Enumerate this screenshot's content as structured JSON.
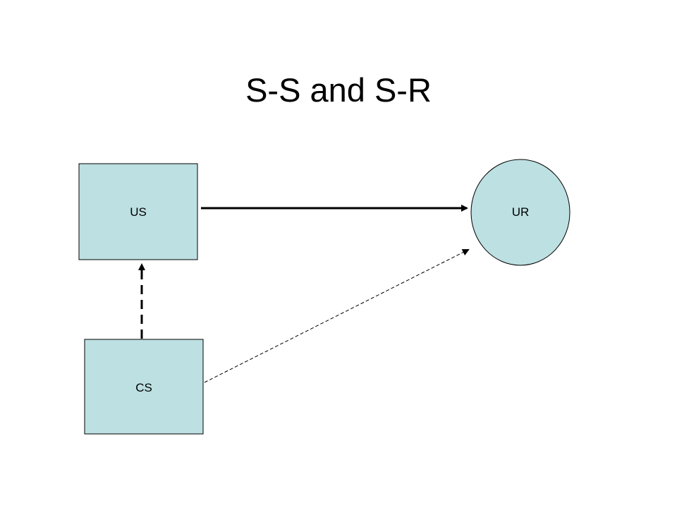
{
  "slide": {
    "title": "S-S and S-R"
  },
  "diagram": {
    "fill_color": "#bde0e2",
    "stroke_color": "#000000",
    "nodes": {
      "us": {
        "label": "US",
        "shape": "rectangle"
      },
      "ur": {
        "label": "UR",
        "shape": "circle"
      },
      "cs": {
        "label": "CS",
        "shape": "rectangle"
      }
    },
    "edges": [
      {
        "from": "US",
        "to": "UR",
        "style": "solid"
      },
      {
        "from": "CS",
        "to": "US",
        "style": "dashed"
      },
      {
        "from": "CS",
        "to": "UR",
        "style": "dashed-thin"
      }
    ]
  }
}
